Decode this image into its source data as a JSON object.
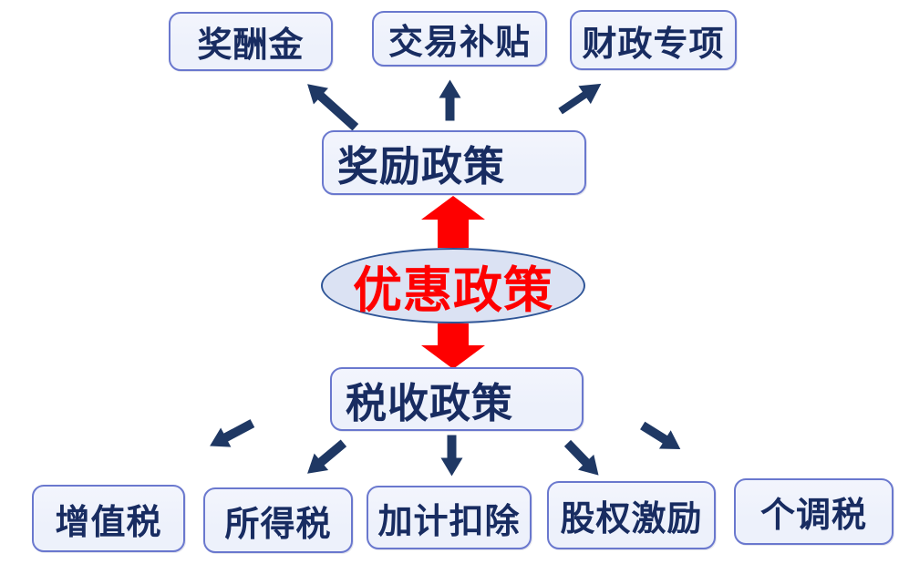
{
  "diagram": {
    "center": {
      "label": "优惠政策"
    },
    "top_branch": {
      "node": {
        "label": "奖励政策"
      },
      "leaves": [
        {
          "label": "奖酬金"
        },
        {
          "label": "交易补贴"
        },
        {
          "label": "财政专项"
        }
      ]
    },
    "bottom_branch": {
      "node": {
        "label": "税收政策"
      },
      "leaves": [
        {
          "label": "增值税"
        },
        {
          "label": "所得税"
        },
        {
          "label": "加计扣除"
        },
        {
          "label": "股权激励"
        },
        {
          "label": "个调税"
        }
      ]
    },
    "arrows": {
      "center_to_top": "red-block-arrow-up",
      "center_to_bottom": "red-block-arrow-down",
      "top_fanout_directions": [
        "up-left",
        "up",
        "up-right"
      ],
      "bottom_fanout_directions": [
        "down-left-shallow",
        "down-left",
        "down",
        "down-right",
        "down-right-shallow"
      ]
    },
    "colors": {
      "accent_navy": "#1f3864",
      "accent_red": "#fe0000",
      "box_fill": "#edf1fb",
      "box_border": "#6a78ce",
      "ellipse_fill": "#dbe2f3",
      "ellipse_border": "#2f5597"
    }
  }
}
